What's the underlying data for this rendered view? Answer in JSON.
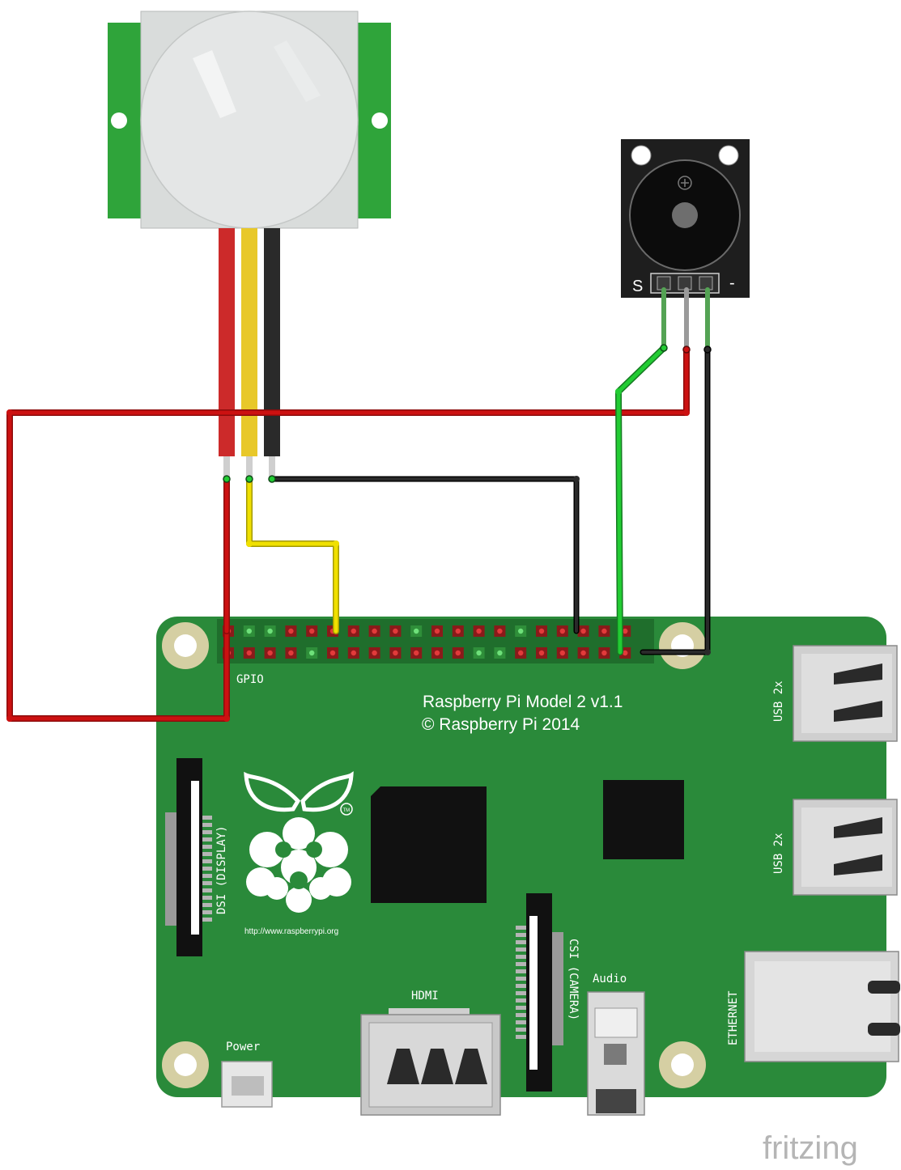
{
  "board": {
    "title": "Raspberry Pi Model 2 v1.1",
    "copyright": "© Raspberry Pi 2014",
    "gpio_label": "GPIO",
    "dsi_label": "DSI (DISPLAY)",
    "csi_label": "CSI (CAMERA)",
    "hdmi_label": "HDMI",
    "audio_label": "Audio",
    "power_label": "Power",
    "usb_top_label": "USB 2x",
    "usb_bottom_label": "USB 2x",
    "ethernet_label": "ETHERNET",
    "url": "http://www.raspberrypi.org",
    "trademark": "TM"
  },
  "buzzer": {
    "pin_s": "S",
    "pin_minus": "-"
  },
  "watermark": "fritzing",
  "colors": {
    "board_green": "#2a8a3a",
    "wire_red": "#cc1111",
    "wire_black": "#1a1a1a",
    "wire_yellow": "#f0e000",
    "wire_green": "#22aa33",
    "sensor_green": "#2fa43a"
  }
}
